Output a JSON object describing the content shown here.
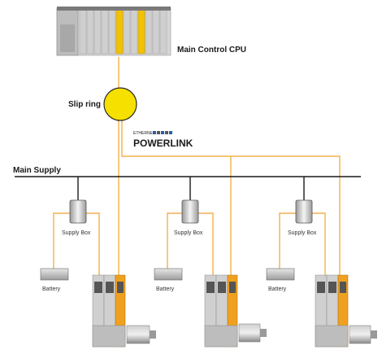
{
  "colors": {
    "cable": "#f2b24a",
    "bus": "#1a1a1a",
    "slip_ring": "#f5e000",
    "module_yellow": "#f2c200",
    "module_orange": "#f0a020",
    "device_grey": "#c8c8c8"
  },
  "labels": {
    "cpu": "Main Control CPU",
    "slip_ring": "Slip ring",
    "main_supply": "Main Supply",
    "powerlink_small": "ETHERNET",
    "powerlink_big": "POWERLINK"
  },
  "axes": [
    {
      "supply_label": "Supply Box",
      "battery_label": "Battery"
    },
    {
      "supply_label": "Supply Box",
      "battery_label": "Battery"
    },
    {
      "supply_label": "Supply Box",
      "battery_label": "Battery"
    }
  ]
}
